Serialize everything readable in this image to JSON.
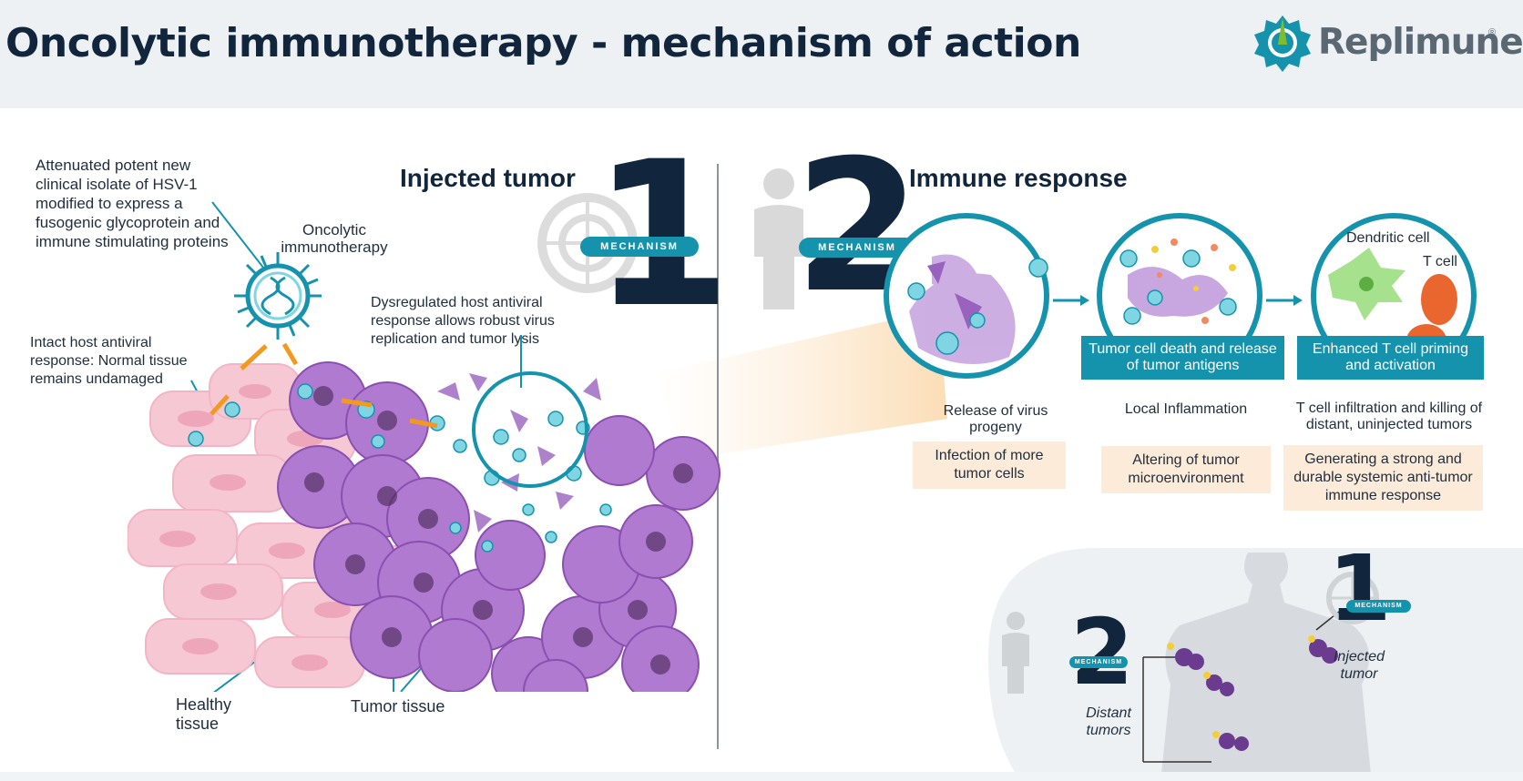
{
  "header": {
    "title": "Oncolytic immunotherapy - mechanism of action",
    "logo_text": "Replimune",
    "logo_mark": "®"
  },
  "mechanism1": {
    "heading": "Injected tumor",
    "number": "1",
    "pill": "MECHANISM"
  },
  "mechanism2": {
    "heading": "Immune response",
    "number": "2",
    "pill": "MECHANISM"
  },
  "left_labels": {
    "attenuated": "Attenuated potent new clinical isolate of HSV-1 modified to express a fusogenic glycoprotein and immune stimulating proteins",
    "oncolytic": "Oncolytic immunotherapy",
    "intact": "Intact host antiviral response: Normal tissue remains undamaged",
    "dysregulated": "Dysregulated host antiviral response allows robust virus replication and tumor lysis",
    "healthy": "Healthy tissue",
    "tumor": "Tumor tissue"
  },
  "steps": [
    {
      "caption": "Release of virus progeny",
      "box": "Infection of more tumor cells"
    },
    {
      "teal": "Tumor cell death and release of tumor antigens",
      "caption": "Local Inflammation",
      "box": "Altering of tumor microenvironment"
    },
    {
      "teal": "Enhanced T cell priming and activation",
      "caption": "T cell infiltration and killing of distant, uninjected tumors",
      "box": "Generating a strong and durable systemic anti-tumor immune response",
      "dendritic": "Dendritic cell",
      "tcell": "T cell"
    }
  ],
  "body_panel": {
    "injected": "Injected tumor",
    "distant": "Distant tumors",
    "num1": "1",
    "num2": "2",
    "pill": "MECHANISM"
  },
  "colors": {
    "navy": "#11263c",
    "teal": "#1593ad",
    "peach": "#fcebd9",
    "purple": "#9b5fb8",
    "pink": "#f4c2cf",
    "orange": "#f29a1f"
  }
}
